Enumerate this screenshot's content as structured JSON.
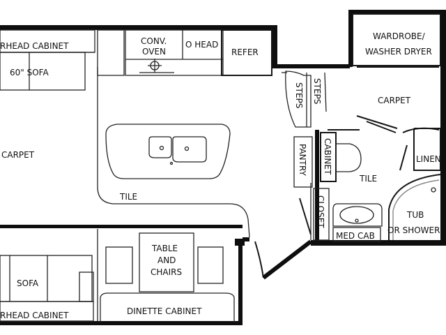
{
  "labels": {
    "overhead_cabinet_top": "RHEAD CABINET",
    "sofa_60": "60\"  SOFA",
    "conv_oven_line1": "CONV.",
    "conv_oven_line2": "OVEN",
    "o_head": "O HEAD",
    "refer": "REFER",
    "wardrobe_line1": "WARDROBE/",
    "wardrobe_line2": "WASHER DRYER",
    "steps_left": "STEPS",
    "steps_right": "STEPS",
    "carpet_bedroom": "CARPET",
    "carpet_living": "CARPET",
    "tile_kitchen": "TILE",
    "tile_bath": "TILE",
    "pantry": "PANTRY",
    "cabinet_vertical": "CABINET",
    "linen": "LINEN",
    "closet": "CLOSET",
    "med_cab": "MED CAB",
    "tub_line1": "TUB",
    "tub_line2": "OR SHOWER",
    "table_line1": "TABLE",
    "table_line2": "AND",
    "table_line3": "CHAIRS",
    "sofa_bottom": "SOFA",
    "overhead_cabinet_bottom": "RHEAD CABINET",
    "dinette_cabinet": "DINETTE CABINET"
  }
}
